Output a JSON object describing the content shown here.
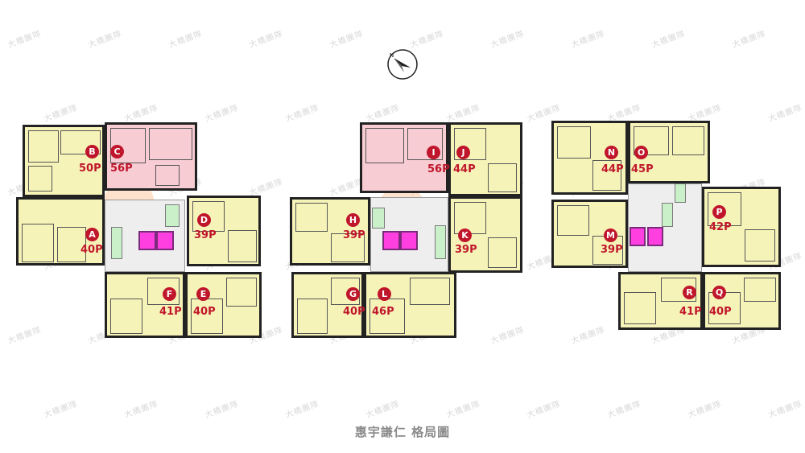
{
  "watermark_text": "大橋團隊",
  "compass_label": "N",
  "caption": "惠宇謙仁 格局圖",
  "colors": {
    "unit_fill": "#f6f3b8",
    "highlight_fill": "#f7ccd3",
    "badge": "#c0162b",
    "elevator": "#ff3fe0",
    "stair": "#c9f0c9"
  },
  "units": [
    {
      "id": "B",
      "size": "50P"
    },
    {
      "id": "C",
      "size": "56P"
    },
    {
      "id": "A",
      "size": "40P"
    },
    {
      "id": "D",
      "size": "39P"
    },
    {
      "id": "F",
      "size": "41P"
    },
    {
      "id": "E",
      "size": "40P"
    },
    {
      "id": "I",
      "size": "56P"
    },
    {
      "id": "J",
      "size": "44P"
    },
    {
      "id": "H",
      "size": "39P"
    },
    {
      "id": "K",
      "size": "39P"
    },
    {
      "id": "G",
      "size": "40P"
    },
    {
      "id": "L",
      "size": "46P"
    },
    {
      "id": "N",
      "size": "44P"
    },
    {
      "id": "O",
      "size": "45P"
    },
    {
      "id": "M",
      "size": "39P"
    },
    {
      "id": "P",
      "size": "42P"
    },
    {
      "id": "R",
      "size": "41P"
    },
    {
      "id": "Q",
      "size": "40P"
    }
  ]
}
